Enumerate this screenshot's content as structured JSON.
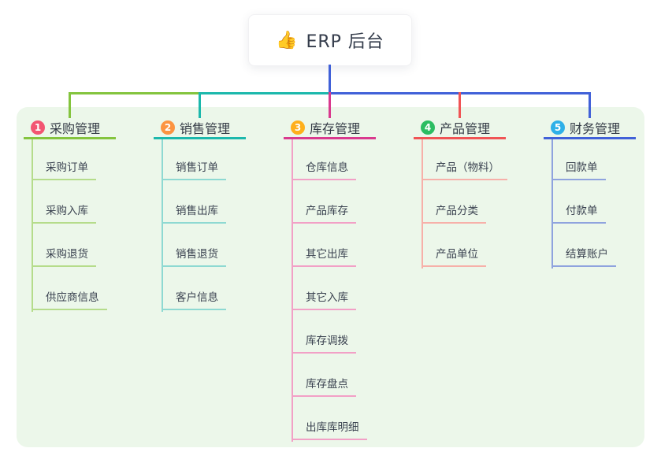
{
  "root": {
    "icon": "👍",
    "icon_name": "thumbs-up-icon",
    "label": "ERP 后台"
  },
  "canvas": {
    "background_color": "#ecf7ea",
    "root_connector_color": "#4161d8"
  },
  "branches": [
    {
      "index": "1",
      "label": "采购管理",
      "badge_color": "#f25572",
      "line_color": "#84c43e",
      "child_line_color": "#b5dc8b",
      "children": [
        "采购订单",
        "采购入库",
        "采购退货",
        "供应商信息"
      ]
    },
    {
      "index": "2",
      "label": "销售管理",
      "badge_color": "#fc9441",
      "line_color": "#1cb8ac",
      "child_line_color": "#8ed9d2",
      "children": [
        "销售订单",
        "销售出库",
        "销售退货",
        "客户信息"
      ]
    },
    {
      "index": "3",
      "label": "库存管理",
      "badge_color": "#feaf1c",
      "line_color": "#d93a8e",
      "child_line_color": "#f2a0c6",
      "children": [
        "仓库信息",
        "产品库存",
        "其它出库",
        "其它入库",
        "库存调拨",
        "库存盘点",
        "出库库明细"
      ]
    },
    {
      "index": "4",
      "label": "产品管理",
      "badge_color": "#2cbd62",
      "line_color": "#f05455",
      "child_line_color": "#f7b0a9",
      "children": [
        "产品（物料）",
        "产品分类",
        "产品单位"
      ]
    },
    {
      "index": "5",
      "label": "财务管理",
      "badge_color": "#2fb0e8",
      "line_color": "#4161d8",
      "child_line_color": "#8fa3de",
      "children": [
        "回款单",
        "付款单",
        "结算账户"
      ]
    }
  ]
}
